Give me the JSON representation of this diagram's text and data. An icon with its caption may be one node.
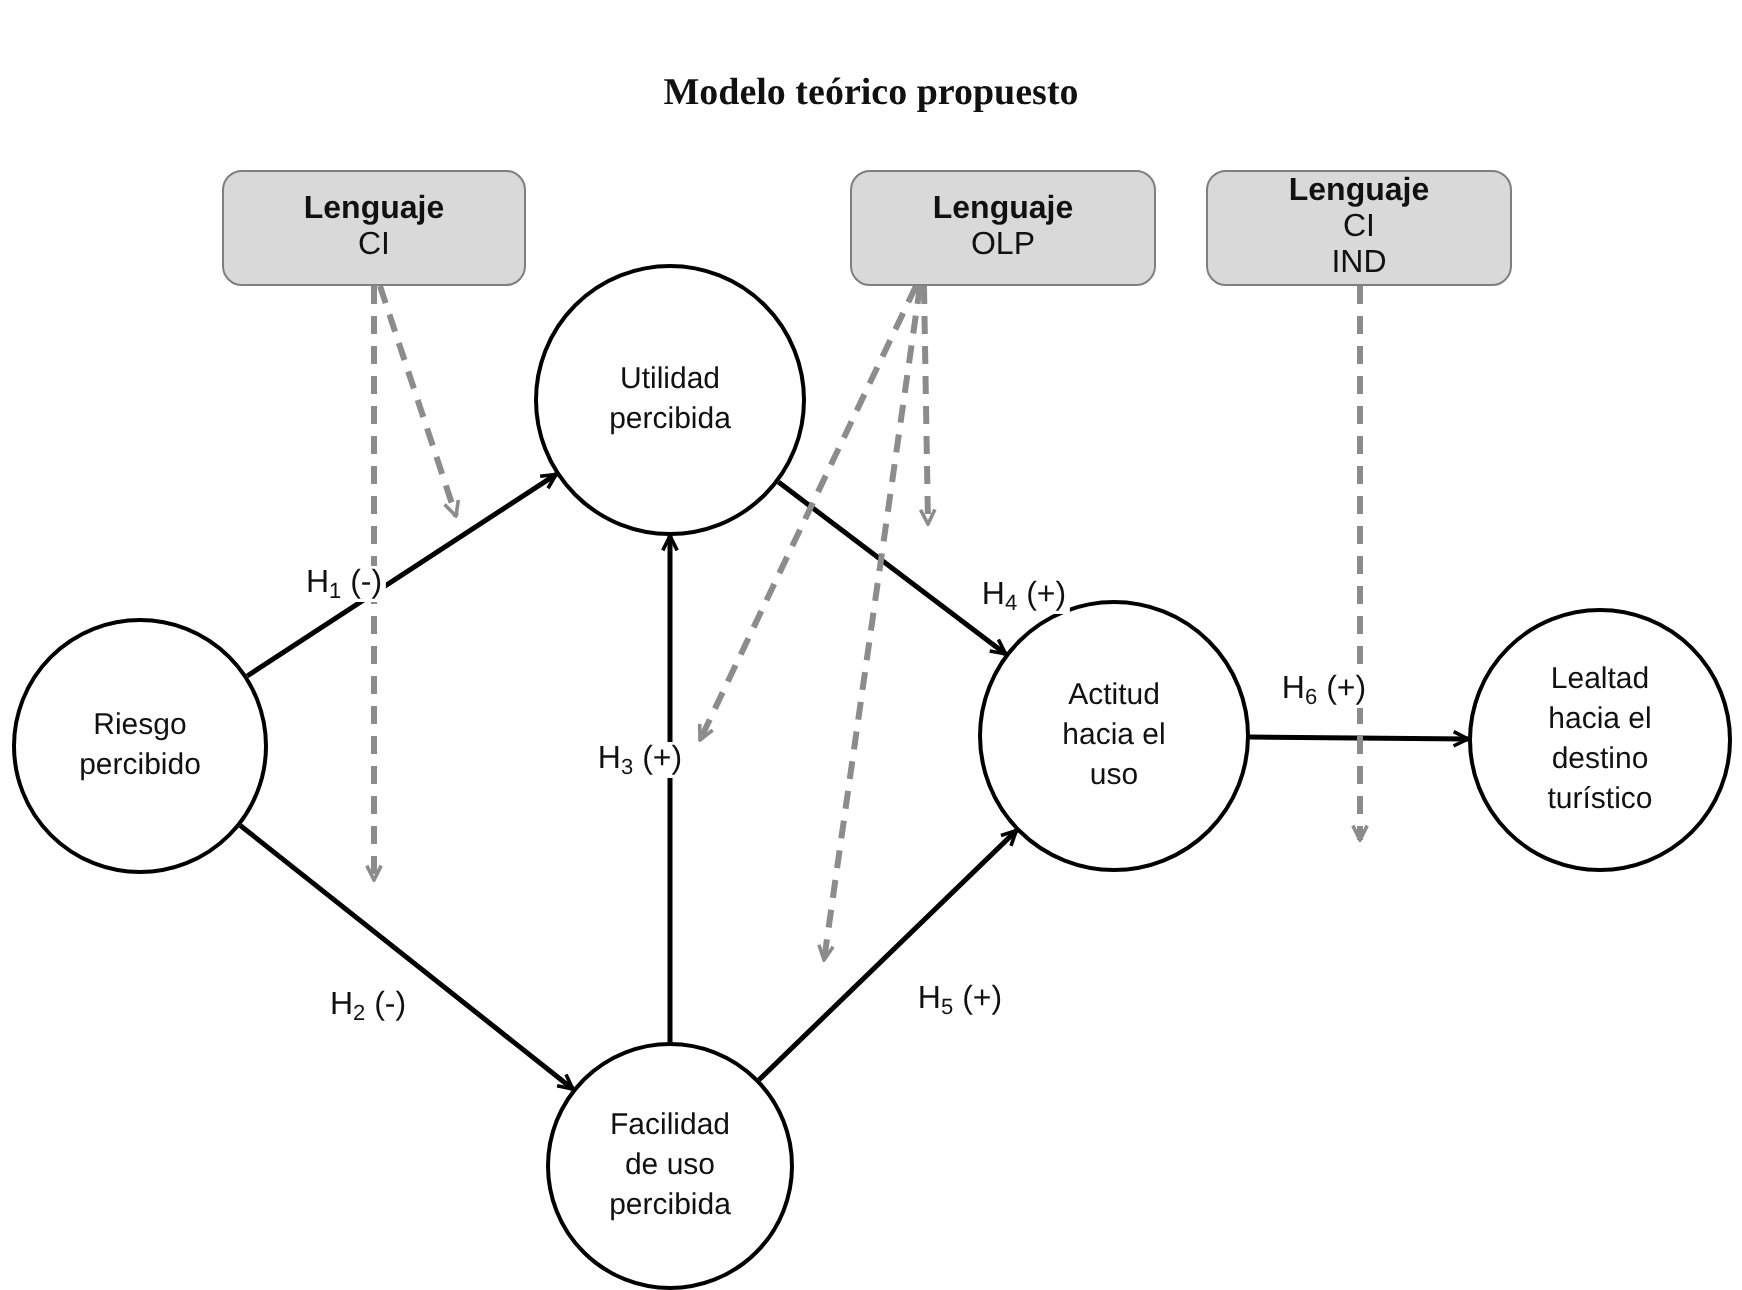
{
  "diagram": {
    "title": "Modelo teórico propuesto",
    "nodes": [
      {
        "text": [
          "Lenguaje",
          "CI"
        ]
      },
      {
        "text": [
          "Lenguaje",
          "OLP"
        ]
      },
      {
        "text": [
          "Lenguaje",
          "CI",
          "IND"
        ]
      },
      {
        "text": [
          "Utilidad percibida"
        ]
      },
      {
        "text": [
          "Riesgo percibido"
        ]
      },
      {
        "text": [
          "Actitud hacia el uso"
        ]
      },
      {
        "text": [
          "Lealtad hacia el destino turístico"
        ]
      },
      {
        "text": [
          "Facilidad de uso percibida"
        ]
      }
    ],
    "edges": [
      {
        "from": 4,
        "to": 3,
        "arrow": "to",
        "label": "H$_{1}$ (-)"
      },
      {
        "from": 4,
        "to": 7,
        "arrow": "to",
        "label": "H$_{2}$ (-)"
      },
      {
        "from": 7,
        "to": 3,
        "arrow": "to",
        "label": "H$_{3}$ (+)"
      },
      {
        "from": 3,
        "to": 5,
        "arrow": "to",
        "label": "H$_{4}$ (+)"
      },
      {
        "from": 7,
        "to": 5,
        "arrow": "to",
        "label": "H$_{5}$ (+)"
      },
      {
        "from": 5,
        "to": 6,
        "arrow": "to",
        "label": "H$_{6}$ (+)"
      },
      {
        "from": 0,
        "to": null,
        "arrow": "to",
        "style": "dashed",
        "color": "#8c8c8c"
      },
      {
        "from": 0,
        "to": null,
        "arrow": "to",
        "style": "dashed",
        "color": "#8c8c8c"
      },
      {
        "from": 1,
        "to": null,
        "arrow": "to",
        "style": "dashed",
        "color": "#8c8c8c"
      },
      {
        "from": 1,
        "to": null,
        "arrow": "to",
        "style": "dashed",
        "color": "#8c8c8c"
      },
      {
        "from": 1,
        "to": null,
        "arrow": "to",
        "style": "dashed",
        "color": "#8c8c8c"
      },
      {
        "from": 2,
        "to": null,
        "arrow": "to",
        "style": "dashed",
        "color": "#8c8c8c"
      }
    ]
  }
}
